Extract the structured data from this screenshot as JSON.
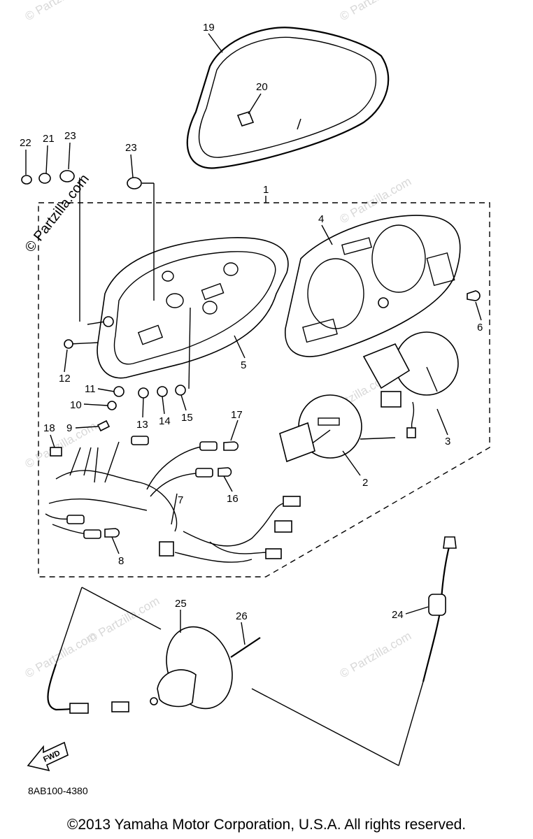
{
  "watermarks": {
    "main": "© Partzilla.com",
    "faint": "© Partzilla.com"
  },
  "callouts": [
    "1",
    "2",
    "3",
    "4",
    "5",
    "6",
    "7",
    "8",
    "9",
    "10",
    "11",
    "12",
    "13",
    "14",
    "15",
    "16",
    "17",
    "18",
    "19",
    "20",
    "21",
    "22",
    "23",
    "23",
    "24",
    "25",
    "26"
  ],
  "fwd_label": "FWD",
  "diagram_code": "8AB100-4380",
  "copyright": "©2013  Yamaha Motor Corporation, U.S.A. All rights reserved.",
  "colors": {
    "line": "#000000",
    "background": "#ffffff",
    "watermark": "#d8d8d8"
  }
}
